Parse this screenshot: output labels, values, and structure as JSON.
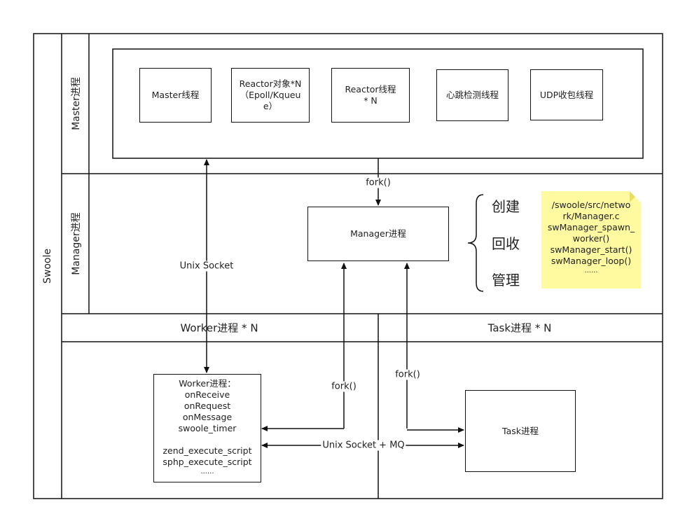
{
  "outer": {
    "label": "Swoole"
  },
  "master": {
    "label": "Master进程",
    "threads": [
      {
        "id": "master",
        "text": "Master线程"
      },
      {
        "id": "reactor-obj",
        "lines": [
          "Reactor对象*N",
          "（Epoll/Kqueu",
          "e）"
        ]
      },
      {
        "id": "reactor-thread",
        "lines": [
          "Reactor线程",
          "* N"
        ]
      },
      {
        "id": "heartbeat",
        "text": "心跳检测线程"
      },
      {
        "id": "udp",
        "text": "UDP收包线程"
      }
    ]
  },
  "manager": {
    "label": "Manager进程",
    "box_label": "Manager进程",
    "fork_label": "fork()",
    "actions": [
      "创建",
      "回收",
      "管理"
    ],
    "note_lines": [
      "/swoole/src/netwo",
      "rk/Manager.c",
      "swManager_spawn_",
      "worker()",
      "swManager_start()",
      "swManager_loop()",
      "......"
    ],
    "note_color": "#fffaa0"
  },
  "worker": {
    "header": "Worker进程 * N",
    "box_lines": [
      "Worker进程：",
      "onReceive",
      "onRequest",
      "onMessage",
      "swoole_timer",
      "",
      "zend_execute_script",
      "sphp_execute_script",
      "......"
    ]
  },
  "task": {
    "header": "Task进程 * N",
    "box_label": "Task进程"
  },
  "connections": {
    "unix_socket": "Unix Socket",
    "worker_fork": "fork()",
    "task_fork": "fork()",
    "unix_socket_mq": "Unix Socket + MQ"
  }
}
